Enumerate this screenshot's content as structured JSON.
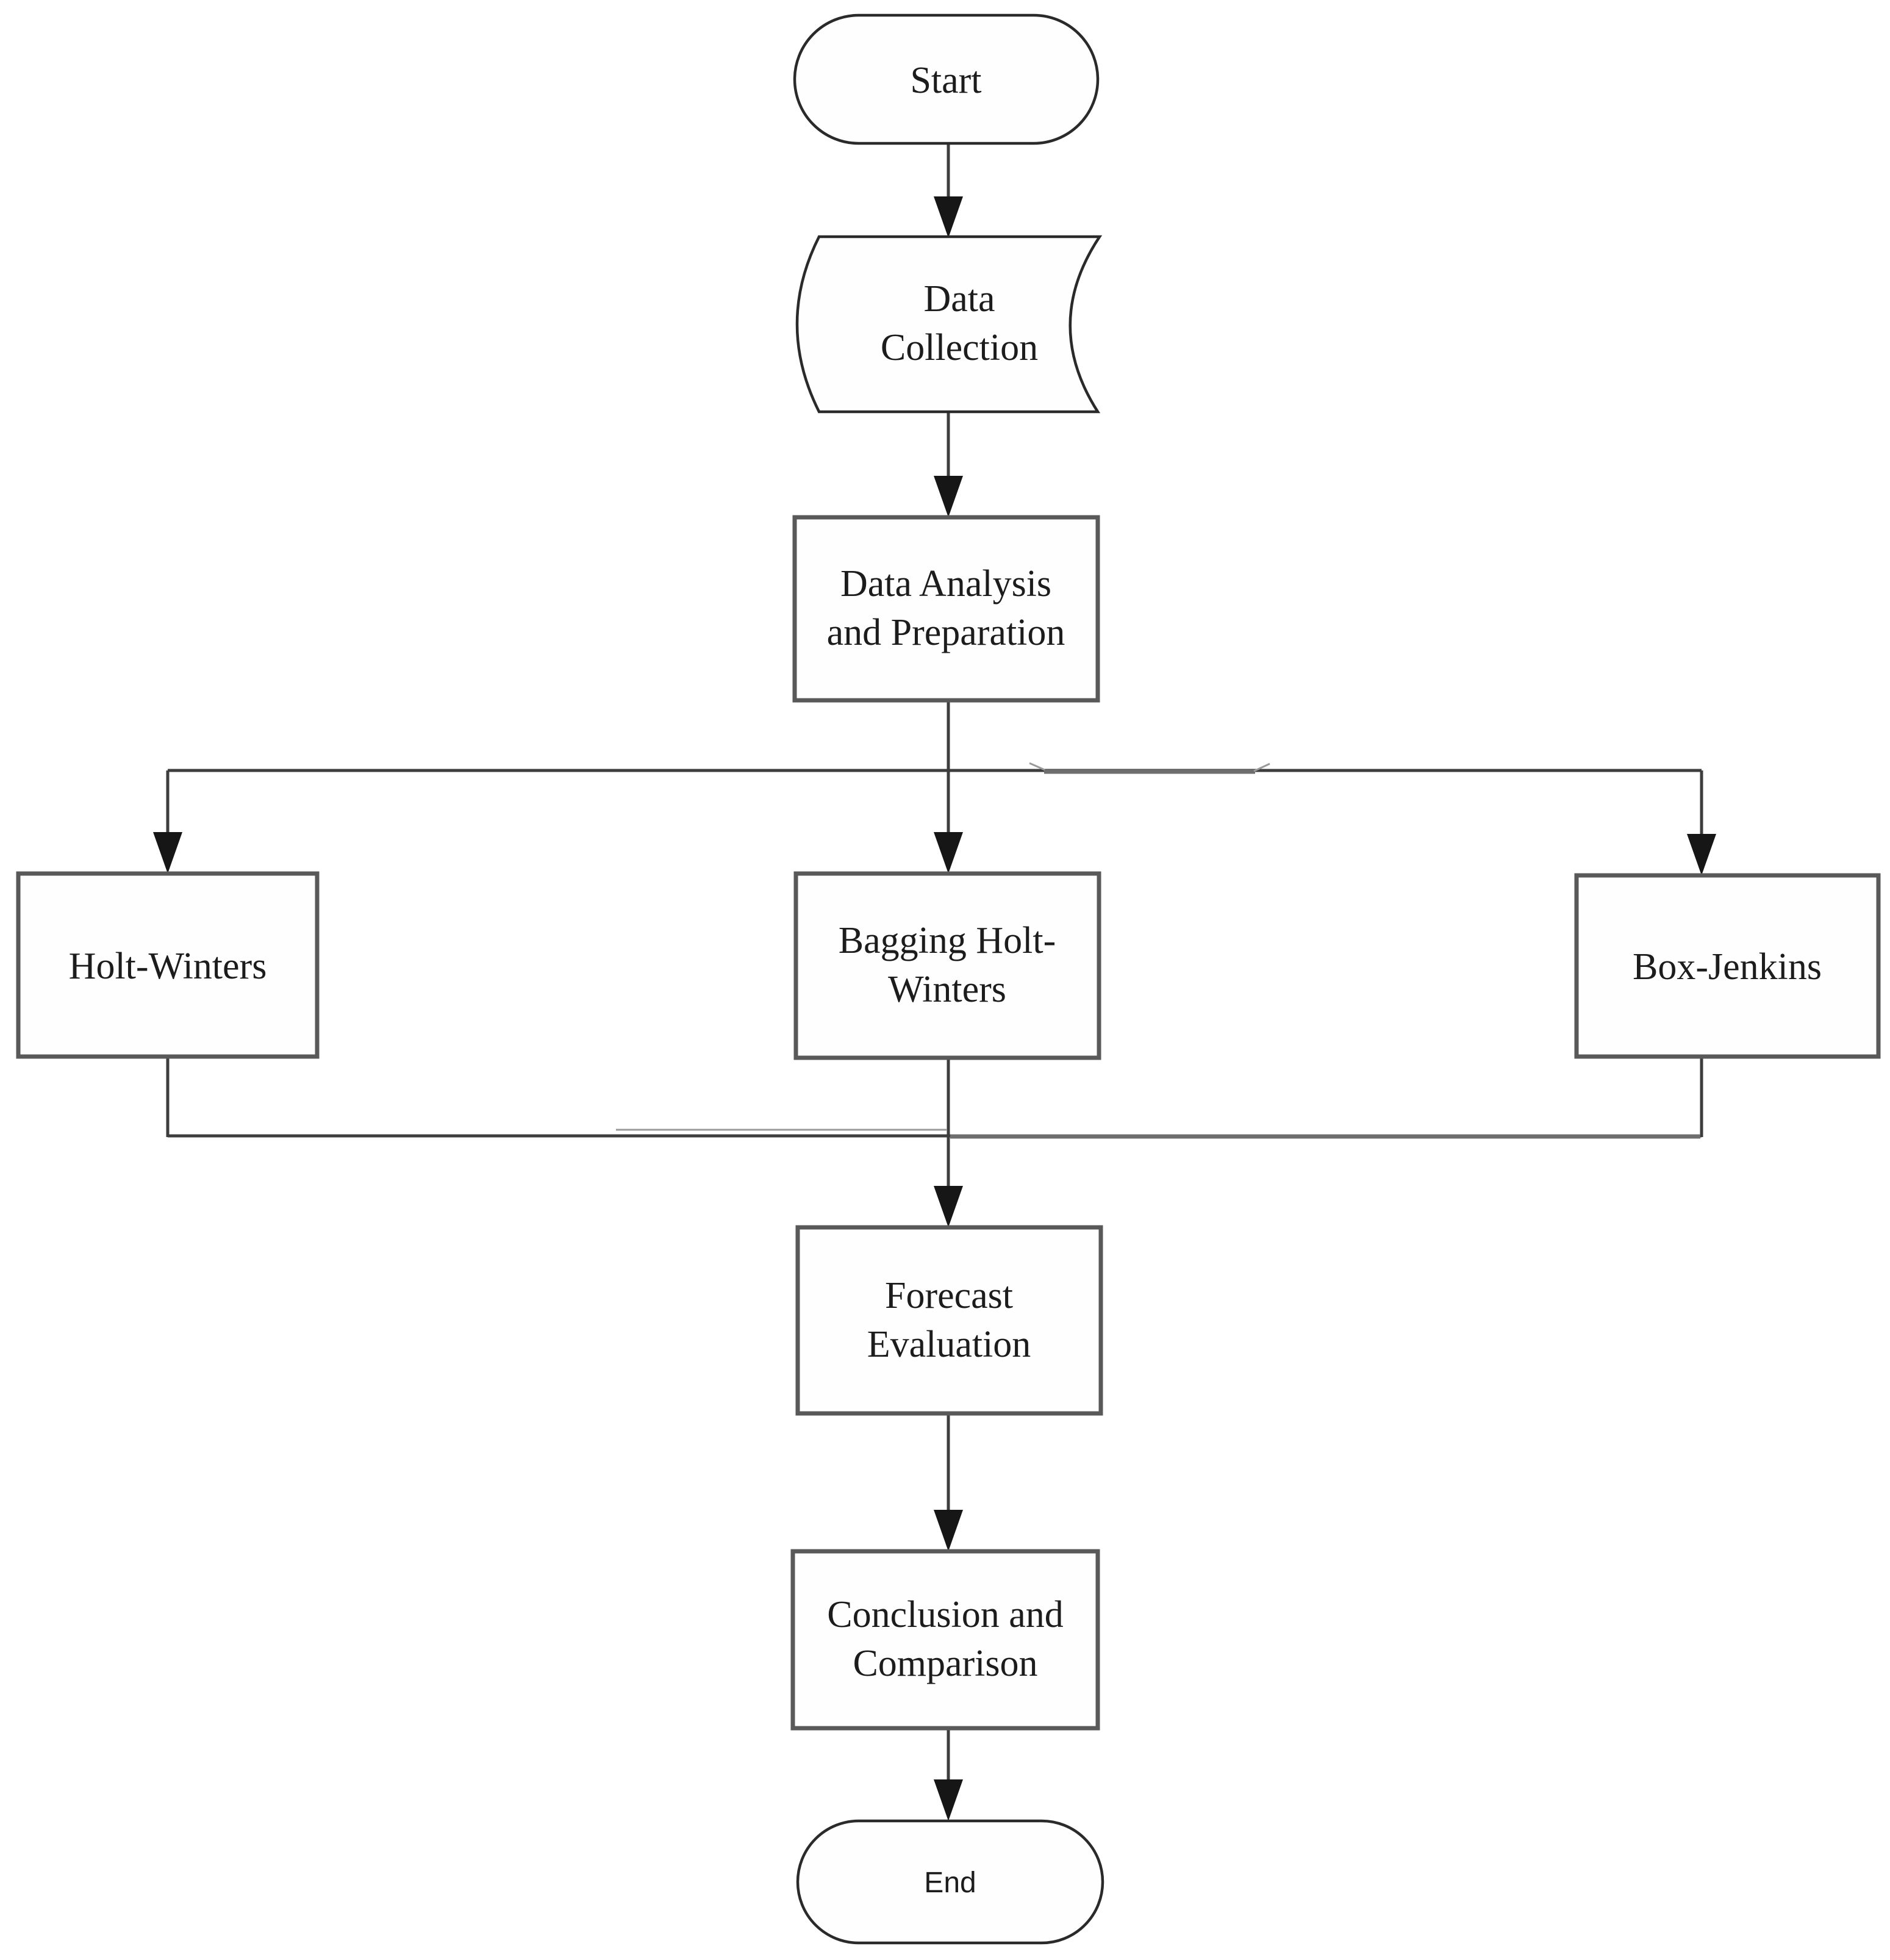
{
  "flowchart": {
    "background_color": "#ffffff",
    "line_color": "#3d3d3d",
    "box_border_color": "#595959",
    "terminator_border_color": "#2a2a2a",
    "arrow_color": "#161616",
    "text_color": "#1c1c1c",
    "nodes": {
      "start": {
        "type": "terminator",
        "label": "Start",
        "lines": [
          "Start"
        ]
      },
      "data_collection": {
        "type": "stored-data",
        "label": "Data Collection",
        "lines": [
          "Data",
          "Collection"
        ]
      },
      "data_analysis": {
        "type": "process",
        "label": "Data Analysis and Preparation",
        "lines": [
          "Data Analysis",
          "and Preparation"
        ]
      },
      "holt_winters": {
        "type": "process",
        "label": "Holt-Winters",
        "lines": [
          "Holt-Winters"
        ]
      },
      "bagging_holt_winters": {
        "type": "process",
        "label": "Bagging Holt-Winters",
        "lines": [
          "Bagging Holt-",
          "Winters"
        ]
      },
      "box_jenkins": {
        "type": "process",
        "label": "Box-Jenkins",
        "lines": [
          "Box-Jenkins"
        ]
      },
      "forecast_evaluation": {
        "type": "process",
        "label": "Forecast Evaluation",
        "lines": [
          "Forecast",
          "Evaluation"
        ]
      },
      "conclusion_comparison": {
        "type": "process",
        "label": "Conclusion and Comparison",
        "lines": [
          "Conclusion and",
          "Comparison"
        ]
      },
      "end": {
        "type": "terminator",
        "label": "End",
        "lines": [
          "End"
        ]
      }
    },
    "edges": [
      {
        "from": "start",
        "to": "data_collection"
      },
      {
        "from": "data_collection",
        "to": "data_analysis"
      },
      {
        "from": "data_analysis",
        "to": "holt_winters"
      },
      {
        "from": "data_analysis",
        "to": "bagging_holt_winters"
      },
      {
        "from": "data_analysis",
        "to": "box_jenkins"
      },
      {
        "from": "holt_winters",
        "to": "forecast_evaluation"
      },
      {
        "from": "bagging_holt_winters",
        "to": "forecast_evaluation"
      },
      {
        "from": "box_jenkins",
        "to": "forecast_evaluation"
      },
      {
        "from": "forecast_evaluation",
        "to": "conclusion_comparison"
      },
      {
        "from": "conclusion_comparison",
        "to": "end"
      }
    ]
  }
}
